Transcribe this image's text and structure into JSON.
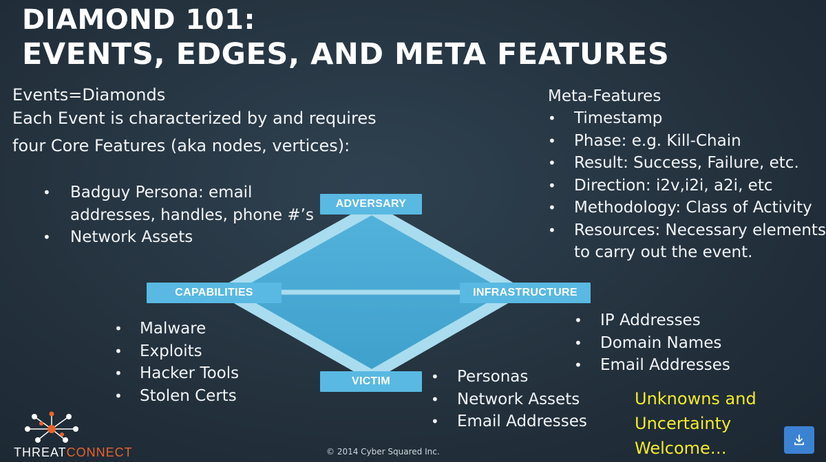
{
  "title": {
    "line1": "DIAMOND 101:",
    "line2": "EVENTS, EDGES, AND META FEATURES"
  },
  "intro": {
    "heading": "Events=Diamonds",
    "line1": "Each Event is characterized by and requires",
    "line2": "four Core Features (aka nodes, vertices):"
  },
  "adversary_bullets": [
    {
      "line1": "Badguy Persona: email",
      "line2": "addresses, handles, phone #’s"
    },
    {
      "line1": "Network Assets",
      "line2": ""
    }
  ],
  "meta_features": {
    "heading": "Meta-Features",
    "items": [
      {
        "line1": "Timestamp",
        "line2": ""
      },
      {
        "line1": "Phase: e.g. Kill-Chain",
        "line2": ""
      },
      {
        "line1": "Result: Success, Failure, etc.",
        "line2": ""
      },
      {
        "line1": "Direction: i2v,i2i, a2i, etc",
        "line2": ""
      },
      {
        "line1": "Methodology: Class of Activity",
        "line2": ""
      },
      {
        "line1": "Resources: Necessary elements",
        "line2": "to carry out the event."
      }
    ]
  },
  "nodes": {
    "adversary": "ADVERSARY",
    "capabilities": "CAPABILITIES",
    "infrastructure": "INFRASTRUCTURE",
    "victim": "VICTIM"
  },
  "capabilities_bullets": [
    "Malware",
    "Exploits",
    "Hacker Tools",
    "Stolen Certs"
  ],
  "infrastructure_bullets": [
    "IP Addresses",
    "Domain Names",
    "Email Addresses"
  ],
  "victim_bullets": [
    "Personas",
    "Network Assets",
    "Email Addresses"
  ],
  "note": {
    "line1": "Unknowns and",
    "line2": "Uncertainty",
    "line3": "Welcome…"
  },
  "footer": {
    "copyright": "© 2014 Cyber Squared Inc.",
    "logo_part1": "THREAT",
    "logo_part2": "CONNECT"
  },
  "colors": {
    "node_blue": "#59b9e2",
    "diamond_fill": "#4aa9d3",
    "edge_light": "#a9dcef",
    "note_yellow": "#f4ea2c",
    "logo_orange": "#e8642c",
    "download_blue": "#3c82d3"
  },
  "icons": {
    "download": "download-icon",
    "logo": "threatconnect-logo-icon"
  }
}
